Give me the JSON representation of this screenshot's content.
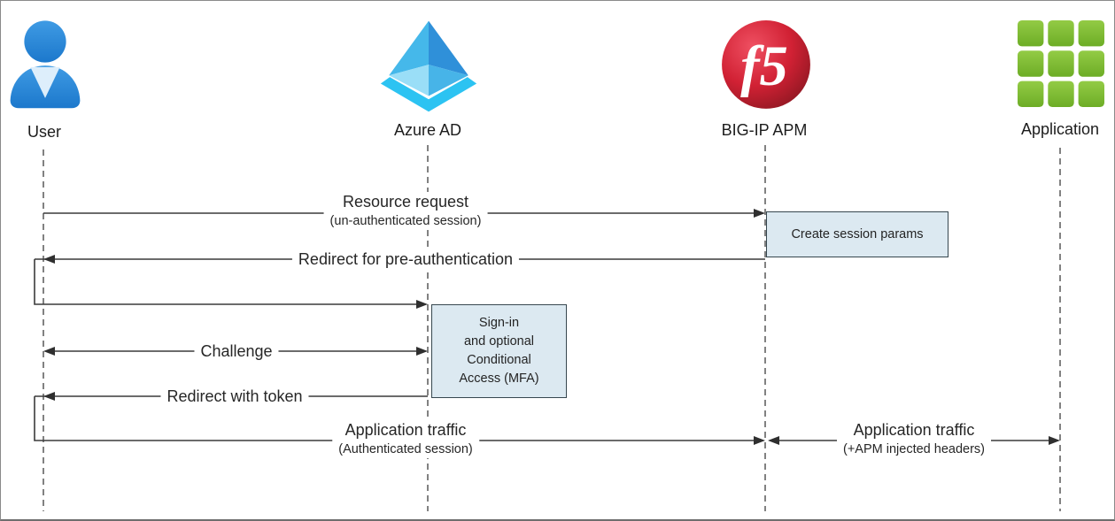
{
  "actors": [
    {
      "label": "User",
      "icon": "user-person-icon"
    },
    {
      "label": "Azure AD",
      "icon": "azure-ad-pyramid-icon"
    },
    {
      "label": "BIG-IP APM",
      "icon": "f5-ball-icon"
    },
    {
      "label": "Application",
      "icon": "app-grid-icon"
    }
  ],
  "icons": {
    "f5_text": "f5"
  },
  "messages": {
    "resource_request": {
      "label": "Resource request",
      "sublabel": "(un-authenticated session)"
    },
    "redirect_preauth": {
      "label": "Redirect for pre-authentication"
    },
    "challenge": {
      "label": "Challenge"
    },
    "redirect_token": {
      "label": "Redirect with token"
    },
    "app_traffic_user": {
      "label": "Application traffic",
      "sublabel": "(Authenticated session)"
    },
    "app_traffic_app": {
      "label": "Application traffic",
      "sublabel": "(+APM injected headers)"
    }
  },
  "boxes": {
    "create_session": {
      "label": "Create session params"
    },
    "sign_in": {
      "lines": [
        "Sign-in",
        "and optional",
        "Conditional",
        "Access (MFA)"
      ]
    }
  },
  "colors": {
    "line": "#3a3a3a",
    "lifeline": "#4c4c4c",
    "box_fill": "#dce9f1",
    "box_border": "#37474f",
    "user_icon_blue": "#2e8ad8",
    "azure_icon_blue": "#36a9e1",
    "f5_icon_red": "#c61f31",
    "application_icon_green": "#7cb933",
    "background": "#ffffff"
  }
}
